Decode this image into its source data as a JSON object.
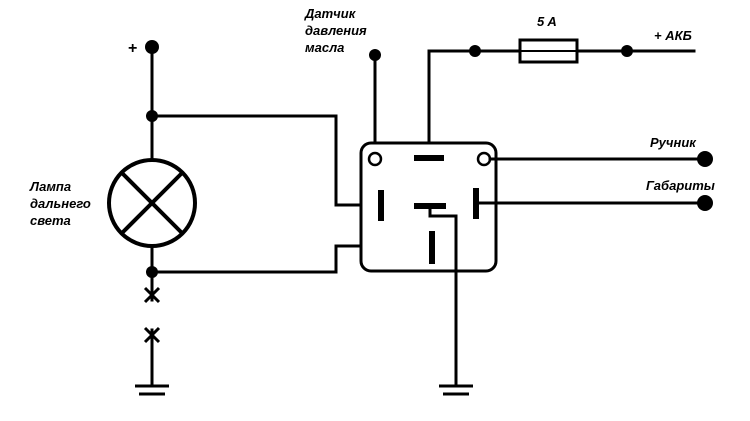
{
  "labels": {
    "plus": "+",
    "sensor_line1": "Датчик",
    "sensor_line2": "давления",
    "sensor_line3": "масла",
    "fuse": "5 A",
    "battery": "+ АКБ",
    "handbrake": "Ручник",
    "side_lights": "Габариты",
    "lamp_line1": "Лампа",
    "lamp_line2": "дальнего",
    "lamp_line3": "света"
  }
}
